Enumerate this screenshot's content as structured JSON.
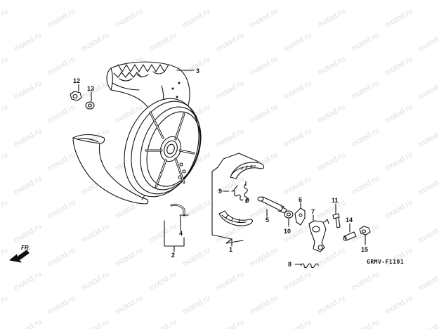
{
  "watermark": "motod.ru",
  "diagram_code": "GRMV-F1101",
  "direction_label": "FR.",
  "callouts": {
    "c1": "1",
    "c2": "2",
    "c3": "3",
    "c4": "4",
    "c5": "5",
    "c6": "6",
    "c7": "7",
    "c8": "8",
    "c9a": "9",
    "c9b": "9",
    "c10": "10",
    "c11": "11",
    "c12": "12",
    "c13": "13",
    "c14": "14",
    "c15": "15"
  },
  "colors": {
    "line": "#111111",
    "watermark": "#dddddd"
  }
}
